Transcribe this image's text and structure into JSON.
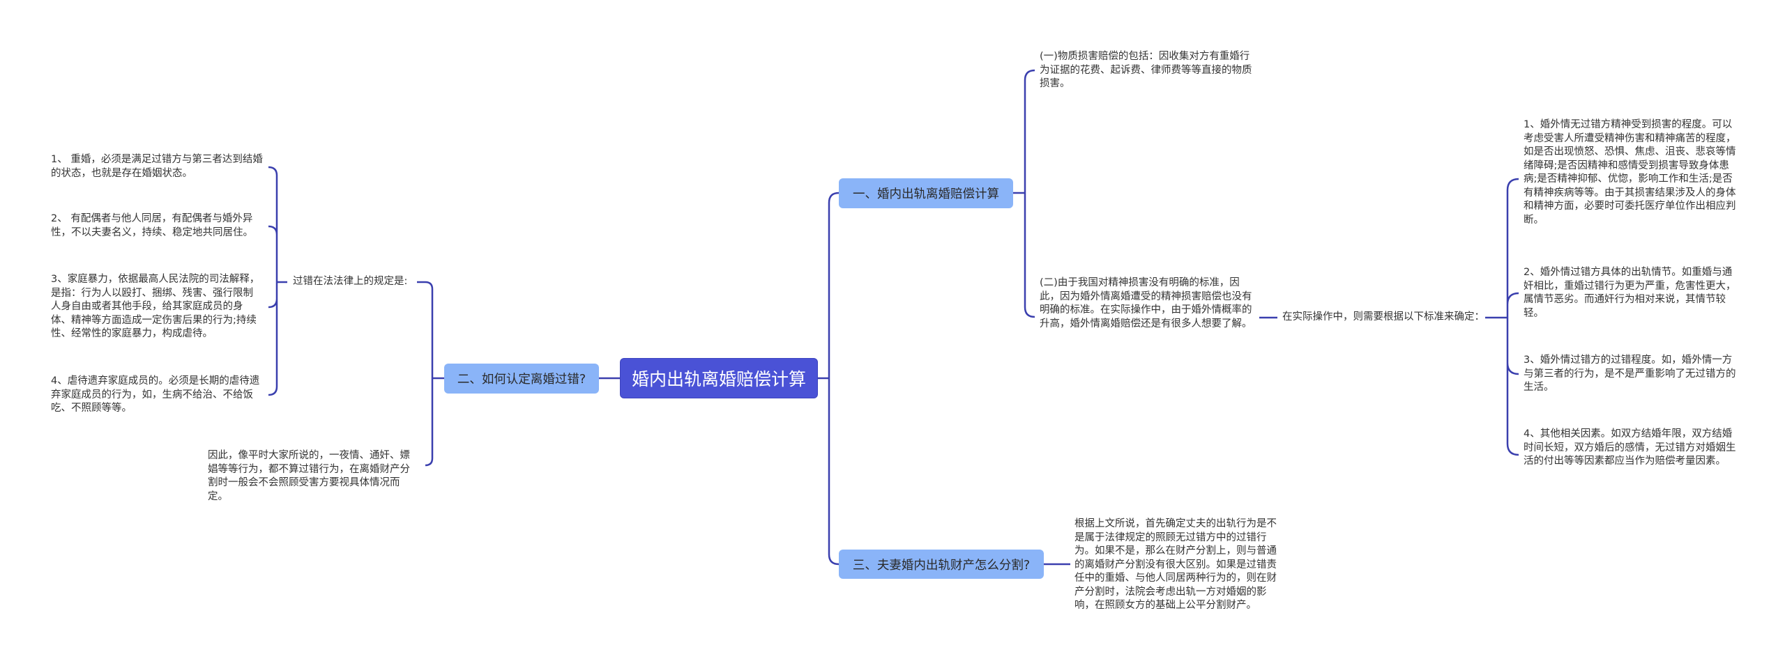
{
  "root": {
    "label": "婚内出轨离婚赔偿计算"
  },
  "branch_left": {
    "label": "二、如何认定离婚过错?",
    "rule_label": "过错在法法律上的规定是:",
    "items": [
      "1、 重婚，必须是满足过错方与第三者达到结婚的状态，也就是存在婚姻状态。",
      "2、 有配偶者与他人同居，有配偶者与婚外异性，不以夫妻名义，持续、稳定地共同居住。",
      "3、家庭暴力，依据最高人民法院的司法解释，是指：行为人以殴打、捆绑、残害、强行限制人身自由或者其他手段，给其家庭成员的身体、精神等方面造成一定伤害后果的行为;持续性、经常性的家庭暴力，构成虐待。",
      "4、虐待遗弃家庭成员的。必须是长期的虐待遗弃家庭成员的行为，如，生病不给治、不给饭吃、不照顾等等。"
    ],
    "conclusion": "因此，像平时大家所说的，一夜情、通奸、嫖娼等等行为，都不算过错行为，在离婚财产分割时一般会不会照顾受害方要视具体情况而定。"
  },
  "branch_one": {
    "label": "一、婚内出轨离婚赔偿计算",
    "material": "(一)物质损害赔偿的包括：因收集对方有重婚行为证据的花费、起诉费、律师费等等直接的物质损害。",
    "mental": "(二)由于我国对精神损害没有明确的标准，因此，因为婚外情离婚遭受的精神损害赔偿也没有明确的标准。在实际操作中，由于婚外情概率的升高，婚外情离婚赔偿还是有很多人想要了解。",
    "criteria_label": "在实际操作中，则需要根据以下标准来确定：",
    "criteria": [
      "1、婚外情无过错方精神受到损害的程度。可以考虑受害人所遭受精神伤害和精神痛苦的程度，如是否出现愤怒、恐惧、焦虑、沮丧、悲哀等情绪障碍;是否因精神和感情受到损害导致身体患病;是否精神抑郁、优惚，影响工作和生活;是否有精神疾病等等。由于其损害结果涉及人的身体和精神方面，必要时可委托医疗单位作出相应判断。",
      "2、婚外情过错方具体的出轨情节。如重婚与通奸相比，重婚过错行为更为严重，危害性更大，属情节恶劣。而通奸行为相对来说，其情节较轻。",
      "3、婚外情过错方的过错程度。如，婚外情一方与第三者的行为，是不是严重影响了无过错方的生活。",
      "4、其他相关因素。如双方结婚年限，双方结婚时间长短，双方婚后的感情，无过错方对婚姻生活的付出等等因素都应当作为赔偿考量因素。"
    ]
  },
  "branch_three": {
    "label": "三、夫妻婚内出轨财产怎么分割?",
    "text": "根据上文所说，首先确定丈夫的出轨行为是不是属于法律规定的照顾无过错方中的过错行为。如果不是，那么在财产分割上，则与普通的离婚财产分割没有很大区别。如果是过错责任中的重婚、与他人同居两种行为的，则在财产分割时，法院会考虑出轨一方对婚姻的影响，在照顾女方的基础上公平分割财产。"
  },
  "colors": {
    "root": "#4a52d6",
    "branch": "#8ab4f8",
    "line": "#3a3fae"
  }
}
